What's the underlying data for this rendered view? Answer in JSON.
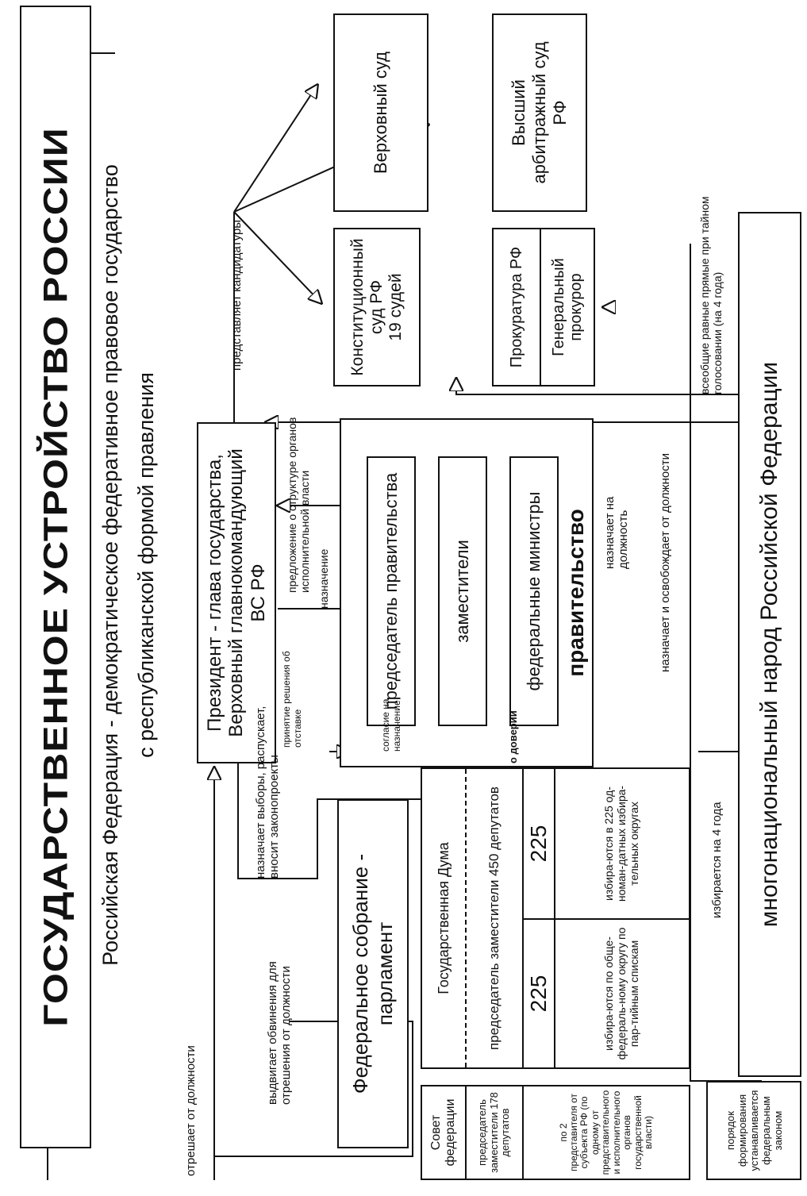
{
  "diagram": {
    "title": "ГОСУДАРСТВЕННОЕ УСТРОЙСТВО РОССИИ",
    "subtitle_line1": "Российская Федерация - демократическое федеративное правовое государство",
    "subtitle_line2": "с республиканской формой правления",
    "president": {
      "line1": "Президент - глава государства,",
      "line2": "Верховный главнокомандующий",
      "line3": "ВС РФ"
    },
    "government": {
      "label": "правительство",
      "chairman": "председатель правительства",
      "deputies": "заместители",
      "ministers": "федеральные министры"
    },
    "courts": {
      "supreme": "Верховный суд",
      "arbitration": "Высший арбитражный суд РФ",
      "constitutional_line1": "Конституционный",
      "constitutional_line2": "суд РФ",
      "constitutional_line3": "19 судей"
    },
    "prosecution": {
      "office": "Прокуратура РФ",
      "general": "Генеральный прокурор"
    },
    "people": "многонациональный народ Российской Федерации",
    "assembly": {
      "label_line1": "Федеральное собрание -",
      "label_line2": "парламент"
    },
    "duma": {
      "title": "Государственная Дума",
      "leaders": "председатель заместители 450 депутатов",
      "party_count": "225",
      "party_desc": "избира-ются по обще-федераль-ному округу по пар-тийным спискам",
      "single_count": "225",
      "single_desc": "избира-ются в 225 од-номан-датных избира-тельных округах"
    },
    "council": {
      "title": "Совет федерации",
      "leaders": "председатель заместители 178 депутатов",
      "composition": "по 2 представителя от субъекта РФ (по одному от представительного и исполнительного органов государственной власти)"
    },
    "formation": "порядок формирования устанавливается федеральным законом",
    "annotations": {
      "nominates": "представляет кандидатуры",
      "structure_proposal": "предложение о структуре органов исполнительной власти",
      "appoints": "назначение",
      "resignation": "принятие решения об отставке",
      "consent": "согласие на назначение",
      "confidence": "о доверии",
      "elections": "назначает выборы, распускает, вносит законопроекты",
      "impeachment_charge": "выдвигает обвинения для отрешения от должности",
      "removes": "отрешает от должности",
      "appoints_to_office": "назначает на должность",
      "appoints_dismisses": "назначает и освобождает от должности",
      "elected_4_years": "избирается на 4 года",
      "universal_suffrage": "всеобщие равные прямые при тайном голосовании (на 4 года)"
    }
  }
}
